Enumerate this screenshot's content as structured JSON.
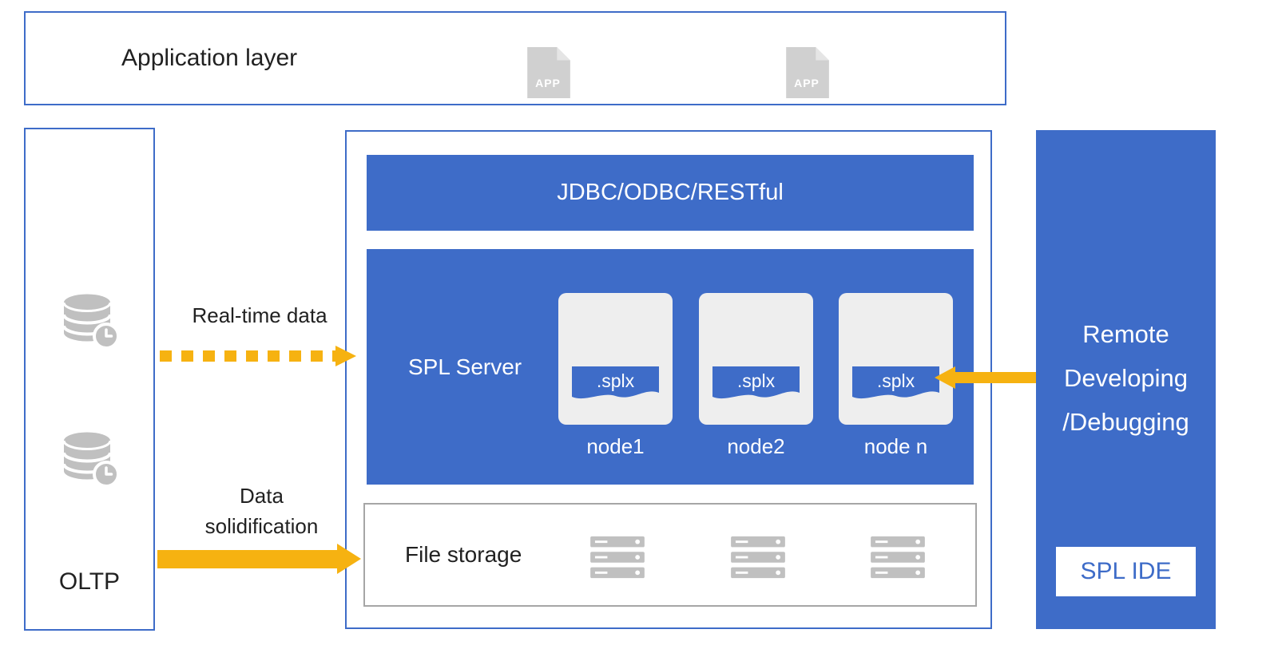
{
  "colors": {
    "blue": "#3e6cc8",
    "arrow": "#f6b211",
    "gray_icon": "#c0c0c0",
    "text_dark": "#212121"
  },
  "application_layer": {
    "label": "Application layer",
    "app_icons": [
      {
        "label": "APP"
      },
      {
        "label": "APP"
      }
    ]
  },
  "oltp": {
    "label": "OLTP"
  },
  "middleware": {
    "api_bar_label": "JDBC/ODBC/RESTful",
    "spl_server": {
      "label": "SPL Server",
      "nodes": [
        {
          "file": ".splx",
          "label": "node1"
        },
        {
          "file": ".splx",
          "label": "node2"
        },
        {
          "file": ".splx",
          "label": "node n"
        }
      ]
    },
    "file_storage": {
      "label": "File storage"
    }
  },
  "remote_panel": {
    "label": "Remote\nDeveloping\n/Debugging",
    "ide_label": "SPL IDE"
  },
  "arrows": {
    "real_time": {
      "label": "Real-time data"
    },
    "data_solidification": {
      "label": "Data\nsolidification"
    }
  }
}
